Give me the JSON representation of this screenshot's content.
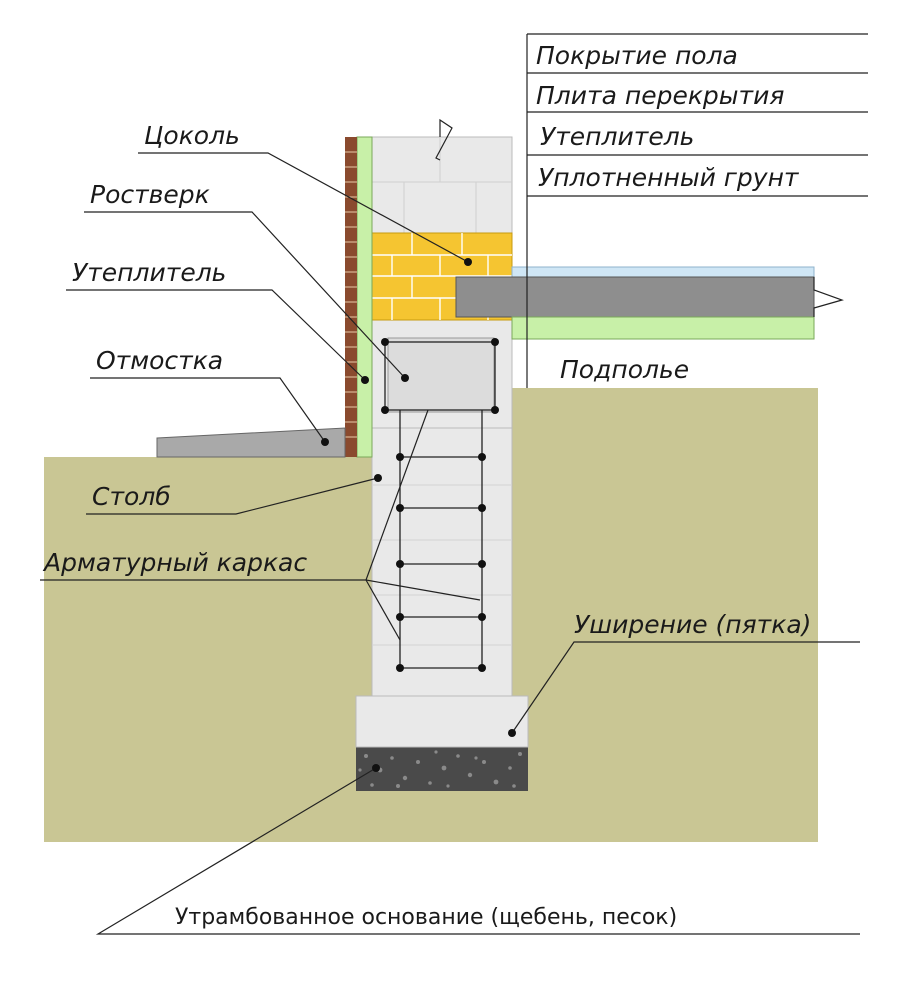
{
  "labels": {
    "floor_covering": "Покрытие пола",
    "floor_slab": "Плита перекрытия",
    "insulation_floor": "Утеплитель",
    "compacted_soil": "Уплотненный грунт",
    "plinth": "Цоколь",
    "grillage": "Ростверк",
    "insulation_wall": "Утеплитель",
    "blind_area": "Отмостка",
    "crawl_space": "Подполье",
    "pillar": "Столб",
    "rebar_cage": "Арматурный каркас",
    "widening": "Уширение (пятка)",
    "base": "Утрамбованное основание (щебень, песок)"
  },
  "colors": {
    "soil": "#c9c694",
    "concrete": "#e9e9e9",
    "brick_yellow": "#f5c531",
    "brick_cladding": "#8a4a2e",
    "insulation_green": "#c8f0a8",
    "slab_gray": "#8e8e8e",
    "floor_blue": "#cfe6f5",
    "blind_area_gray": "#a9a9a9",
    "gravel": "#4a4a4a"
  }
}
